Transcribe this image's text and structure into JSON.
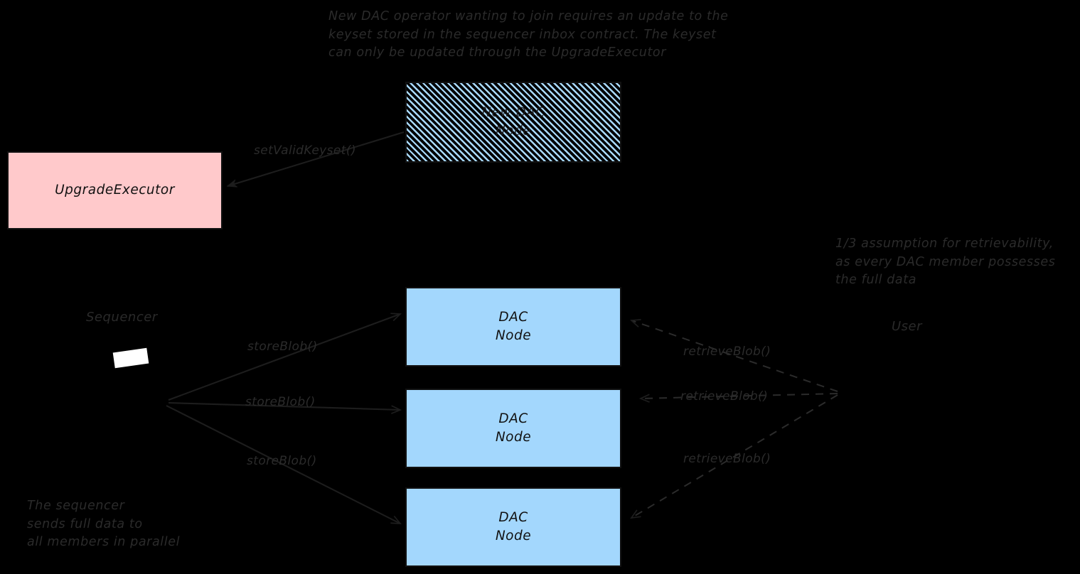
{
  "diagram": {
    "title_note": "New DAC operator wanting to join requires an update to the\nkeyset stored in the sequencer inbox contract. The keyset\ncan only be updated through the UpgradeExecutor",
    "retrievability_note": "1/3 assumption for retrievability,\nas every DAC member possesses\nthe full data",
    "sequencer_note": "The sequencer\nsends full data to\nall members in parallel",
    "colors": {
      "background": "#000000",
      "upgrade_executor_fill": "#ffc9cb",
      "dac_node_fill": "#a3d7fd",
      "new_dac_hatch": "#a9daff",
      "stroke": "#111111",
      "text": "#2b2b2b"
    },
    "nodes": {
      "new_dac_node": "New DAC\nNode",
      "upgrade_executor": "UpgradeExecutor",
      "dac_node_1": "DAC\nNode",
      "dac_node_2": "DAC\nNode",
      "dac_node_3": "DAC\nNode"
    },
    "actors": {
      "sequencer": "Sequencer",
      "user": "User"
    },
    "edges": {
      "set_valid_keyset": "setValidKeyset()",
      "store_blob_1": "storeBlob()",
      "store_blob_2": "storeBlob()",
      "store_blob_3": "storeBlob()",
      "retrieve_blob_1": "retrieveBlob()",
      "retrieve_blob_2": "retrieveBlob()",
      "retrieve_blob_3": "retrieveBlob()"
    }
  }
}
